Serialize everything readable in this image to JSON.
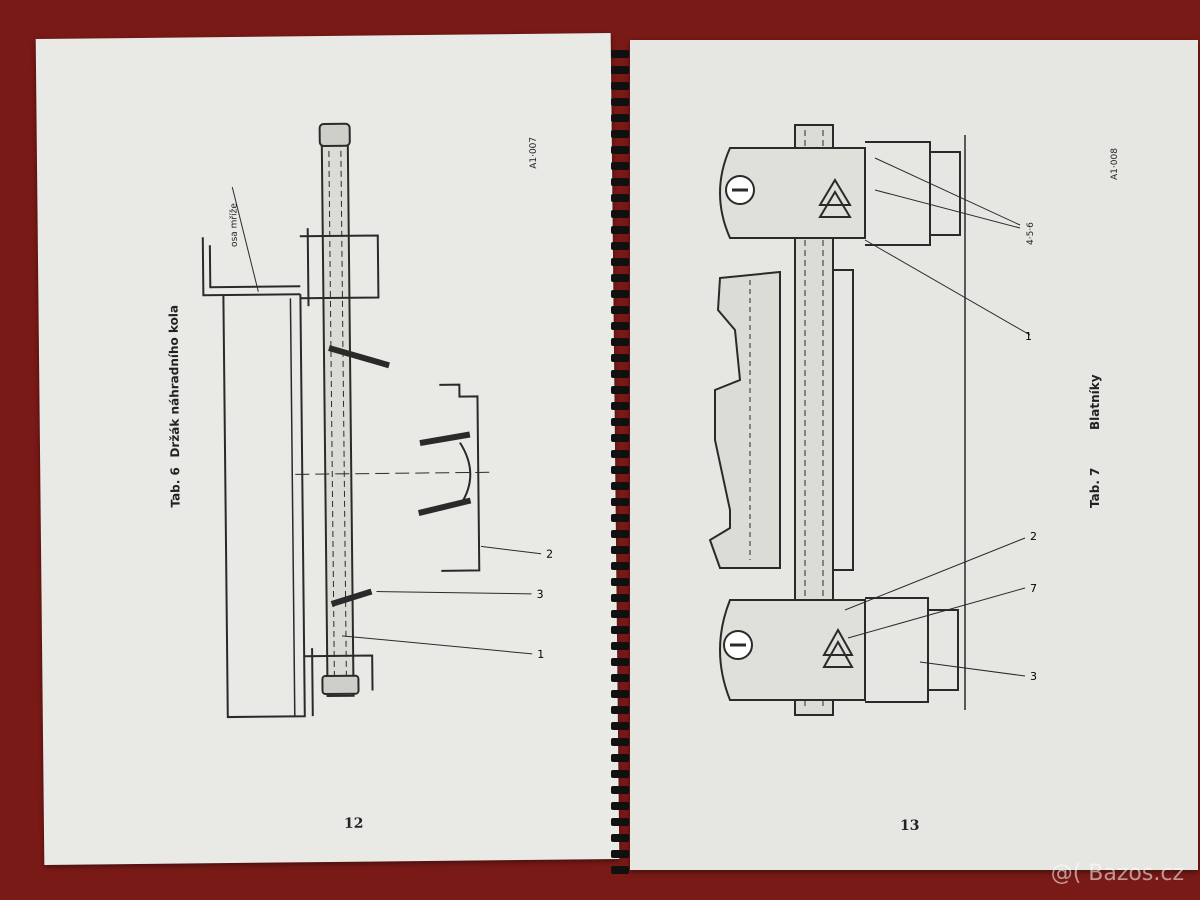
{
  "left_page": {
    "tab_label": "Tab. 6",
    "title": "Držák náhradního kola",
    "code": "A1·007",
    "note": "osa mříže",
    "callouts": [
      "2",
      "3",
      "1"
    ],
    "page_number": "12"
  },
  "right_page": {
    "tab_label": "Tab. 7",
    "title": "Blatníky",
    "code": "A1·008",
    "note": "4·5·6",
    "callouts": [
      "1",
      "2",
      "7",
      "3"
    ],
    "page_number": "13"
  },
  "watermark": "@( Bazos.cz"
}
